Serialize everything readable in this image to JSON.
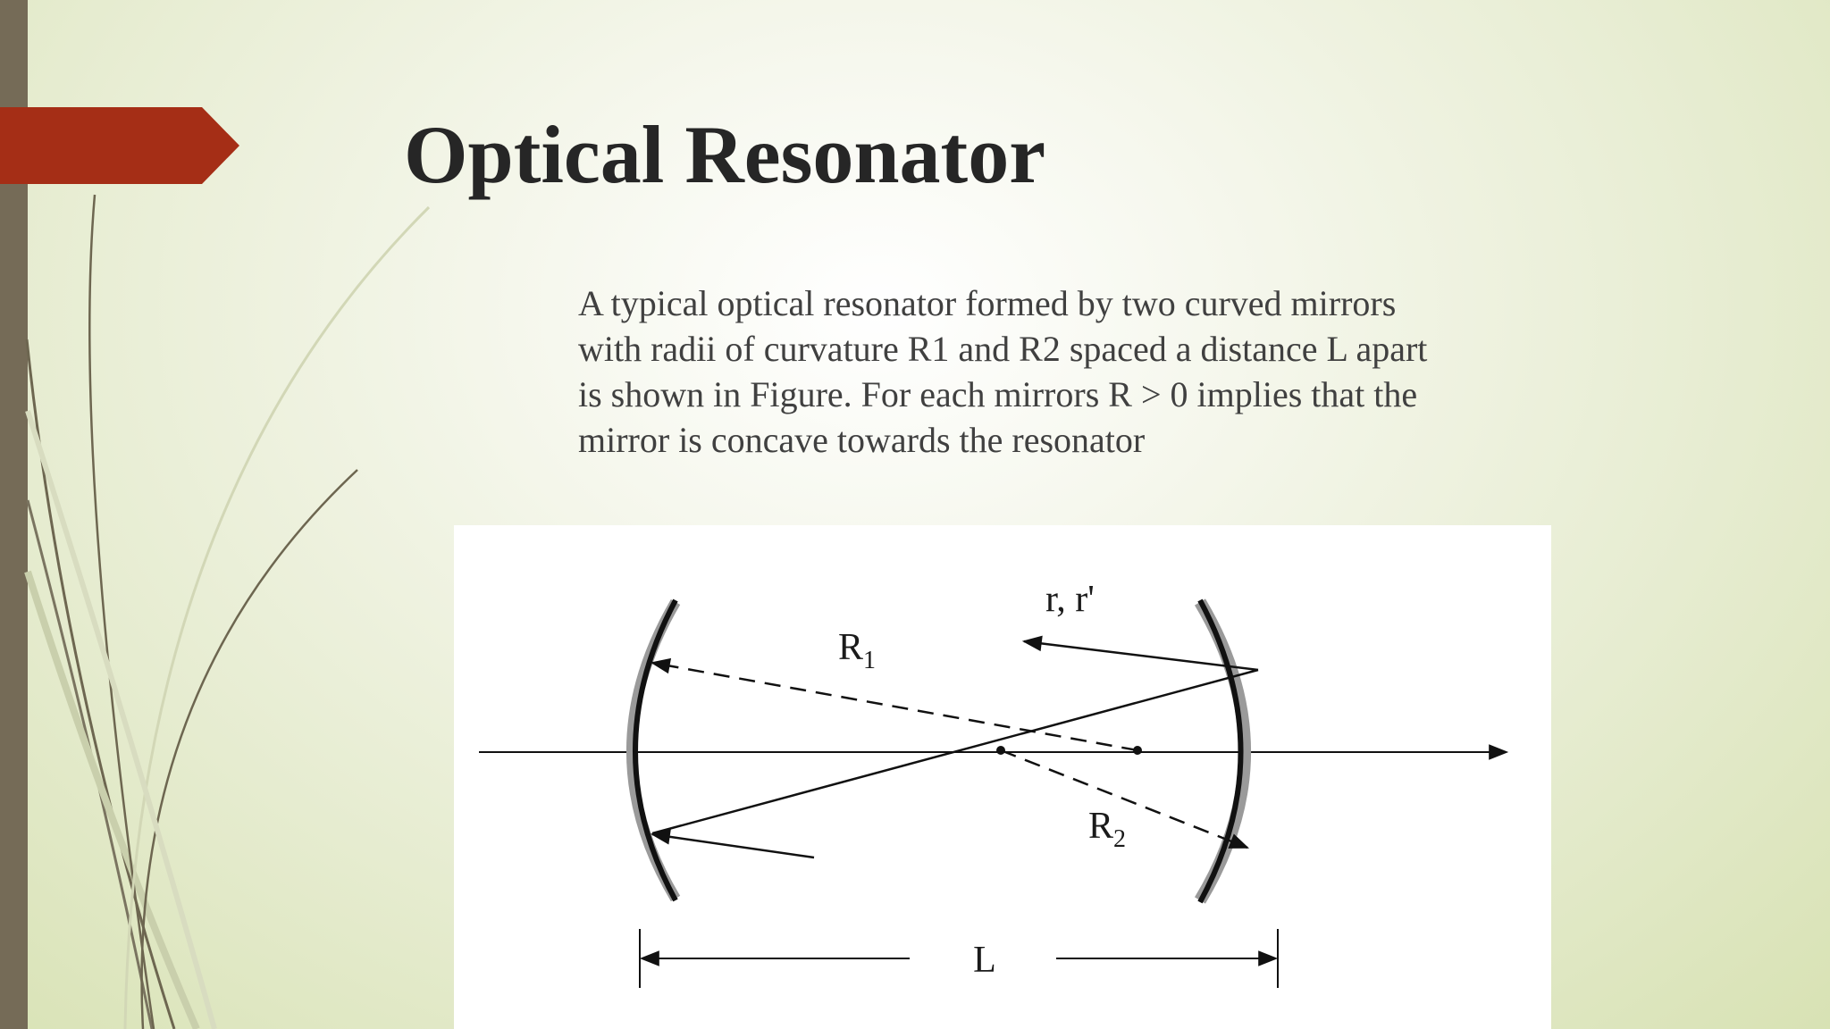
{
  "slide": {
    "title": "Optical Resonator",
    "body": "A typical optical resonator formed by two curved mirrors with radii of curvature R1 and R2 spaced a distance L apart is shown in Figure. For each mirrors R > 0 implies that the mirror is concave towards the resonator"
  },
  "figure": {
    "label_R1": "R",
    "label_R1_sub": "1",
    "label_R2": "R",
    "label_R2_sub": "2",
    "label_ray": "r, r'",
    "label_L": "L"
  },
  "colors": {
    "left_bar": "#756b57",
    "arrow_tab": "#a52e16",
    "title": "#262626",
    "body": "#404040"
  }
}
